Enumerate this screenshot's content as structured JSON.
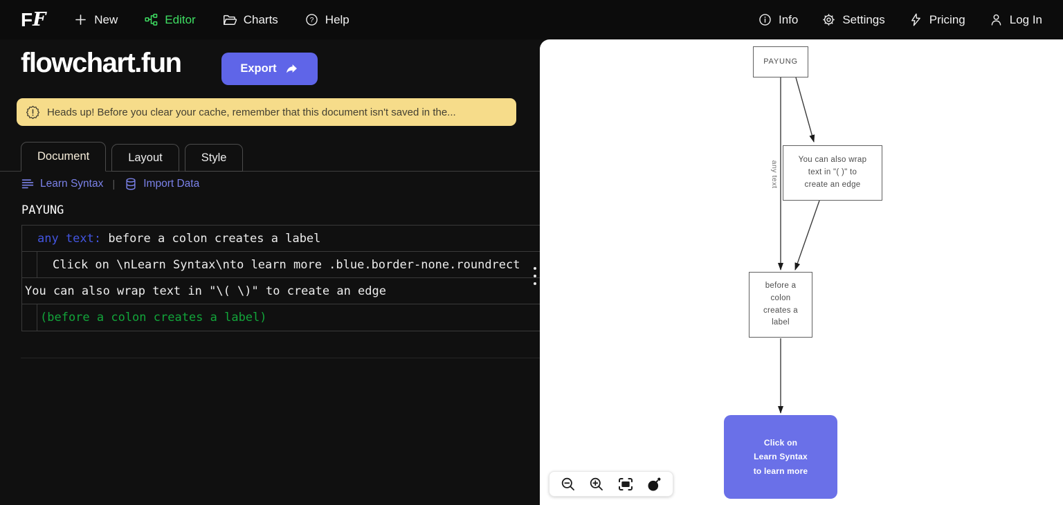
{
  "nav": {
    "logo_f1": "F",
    "logo_f2": "F",
    "left": [
      {
        "label": "New"
      },
      {
        "label": "Editor"
      },
      {
        "label": "Charts"
      },
      {
        "label": "Help"
      }
    ],
    "right": [
      {
        "label": "Info"
      },
      {
        "label": "Settings"
      },
      {
        "label": "Pricing"
      },
      {
        "label": "Log In"
      }
    ]
  },
  "header": {
    "title": "flowchart.fun",
    "export_label": "Export"
  },
  "banner": {
    "message": "Heads up! Before you clear your cache, remember that this document isn't saved in the..."
  },
  "tabs": [
    {
      "label": "Document",
      "active": true
    },
    {
      "label": "Layout",
      "active": false
    },
    {
      "label": "Style",
      "active": false
    }
  ],
  "doc_toolbar": {
    "learn_syntax": "Learn Syntax",
    "separator": "|",
    "import_data": "Import Data"
  },
  "editor": {
    "heading": "PAYUNG",
    "row1_key": "any text:",
    "row1_value": " before a colon creates a label",
    "row2": "Click on \\nLearn Syntax\\nto learn more .blue.border-none.roundrect",
    "row3": "You can also wrap text in \"\\( \\)\" to create an edge",
    "row4": "(before a colon creates a label)"
  },
  "graph": {
    "node_payung": "PAYUNG",
    "node_wrap": "You can also wrap\ntext in \"( )\" to\ncreate an edge",
    "node_before": "before a\ncolon\ncreates a\nlabel",
    "node_learn": "Click on\nLearn Syntax\nto learn more",
    "edge_label": "any text"
  },
  "colors": {
    "accent_indigo": "#5f65e8",
    "node_blue": "#6a70e8",
    "banner_bg": "#f6dc8a",
    "nav_editor_green": "#3fdf63",
    "link_periwinkle": "#7b82ea",
    "syntax_blue": "#4355e0",
    "syntax_green": "#12a53a"
  }
}
